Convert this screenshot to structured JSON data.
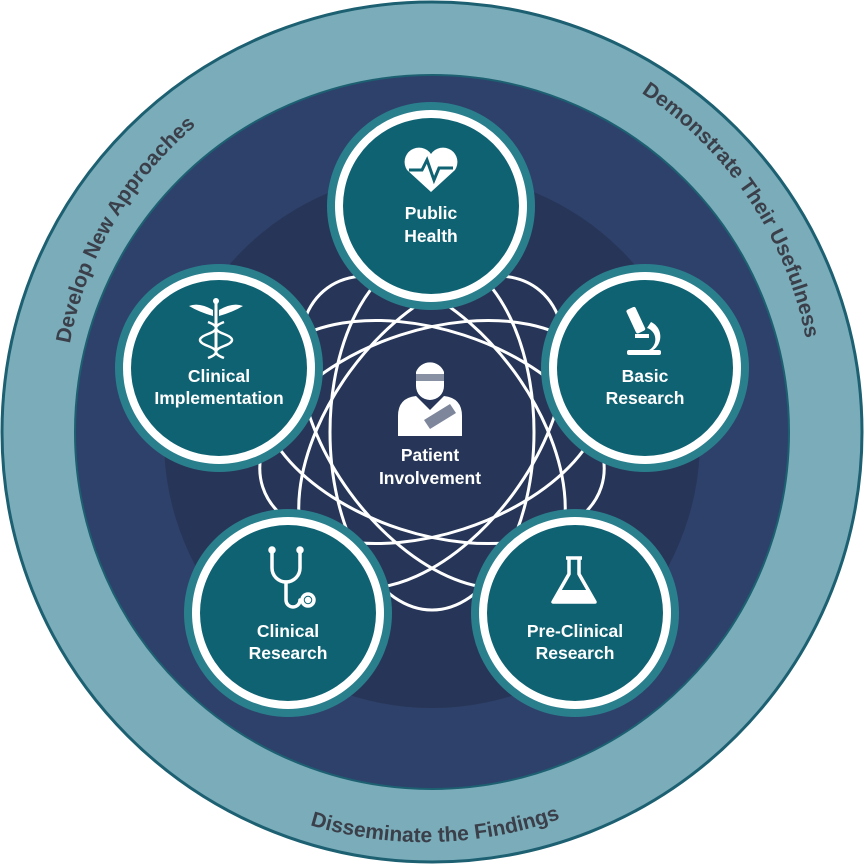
{
  "colors": {
    "outer_ring": "#7aacb9",
    "outer_ring_edge": "#1c6072",
    "middle_ring": "#2e416a",
    "inner_disc": "#273658",
    "node_fill": "#0e6272",
    "node_ring": "#ffffff",
    "node_border": "#2a7f8d",
    "connector": "#ffffff",
    "ring_text": "#3a3f4a"
  },
  "ring_labels": {
    "top_left": "Develop New Approaches",
    "top_right": "Demonstrate Their Usefulness",
    "bottom": "Disseminate the Findings"
  },
  "center": {
    "icon": "patient-icon",
    "line1": "Patient",
    "line2": "Involvement"
  },
  "nodes": [
    {
      "id": "public-health",
      "icon": "heart-pulse-icon",
      "line1": "Public",
      "line2": "Health"
    },
    {
      "id": "basic-research",
      "icon": "microscope-icon",
      "line1": "Basic",
      "line2": "Research"
    },
    {
      "id": "pre-clinical-research",
      "icon": "flask-icon",
      "line1": "Pre-Clinical",
      "line2": "Research"
    },
    {
      "id": "clinical-research",
      "icon": "stethoscope-icon",
      "line1": "Clinical",
      "line2": "Research"
    },
    {
      "id": "clinical-implementation",
      "icon": "caduceus-icon",
      "line1": "Clinical",
      "line2": "Implementation"
    }
  ]
}
